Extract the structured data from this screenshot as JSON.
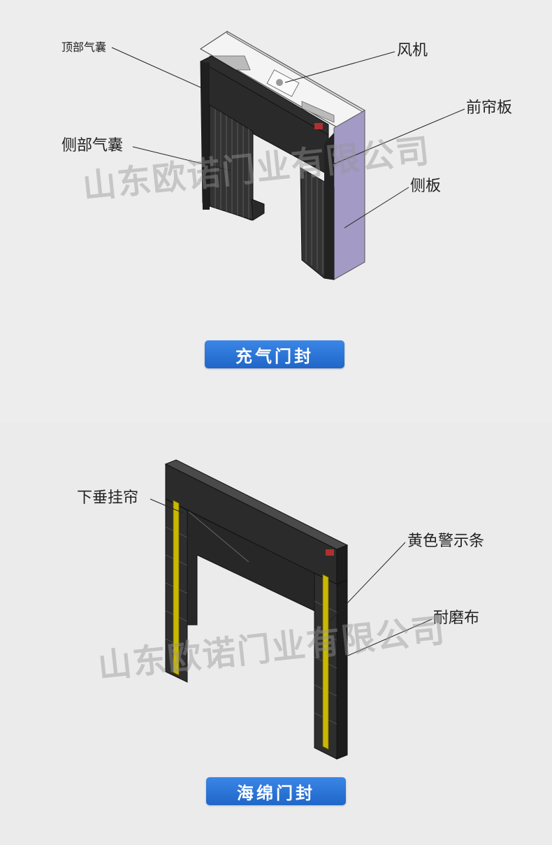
{
  "inflatable": {
    "labels": {
      "top_airbag": "顶部气囊",
      "fan": "风机",
      "front_curtain": "前帘板",
      "side_airbag": "侧部气囊",
      "side_panel": "侧板"
    },
    "watermark": "山东欧诺门业有限公司",
    "title": "充气门封"
  },
  "sponge": {
    "labels": {
      "hanging_curtain": "下垂挂帘",
      "yellow_stripe": "黄色警示条",
      "wear_fabric": "耐磨布"
    },
    "watermark": "山东欧诺门业有限公司",
    "title": "海绵门封"
  },
  "colors": {
    "badge_blue": "#2a78dc",
    "side_panel_purple": "#a39ac6",
    "stripe_yellow": "#c9b800",
    "seal_black": "#2a2a2a"
  }
}
